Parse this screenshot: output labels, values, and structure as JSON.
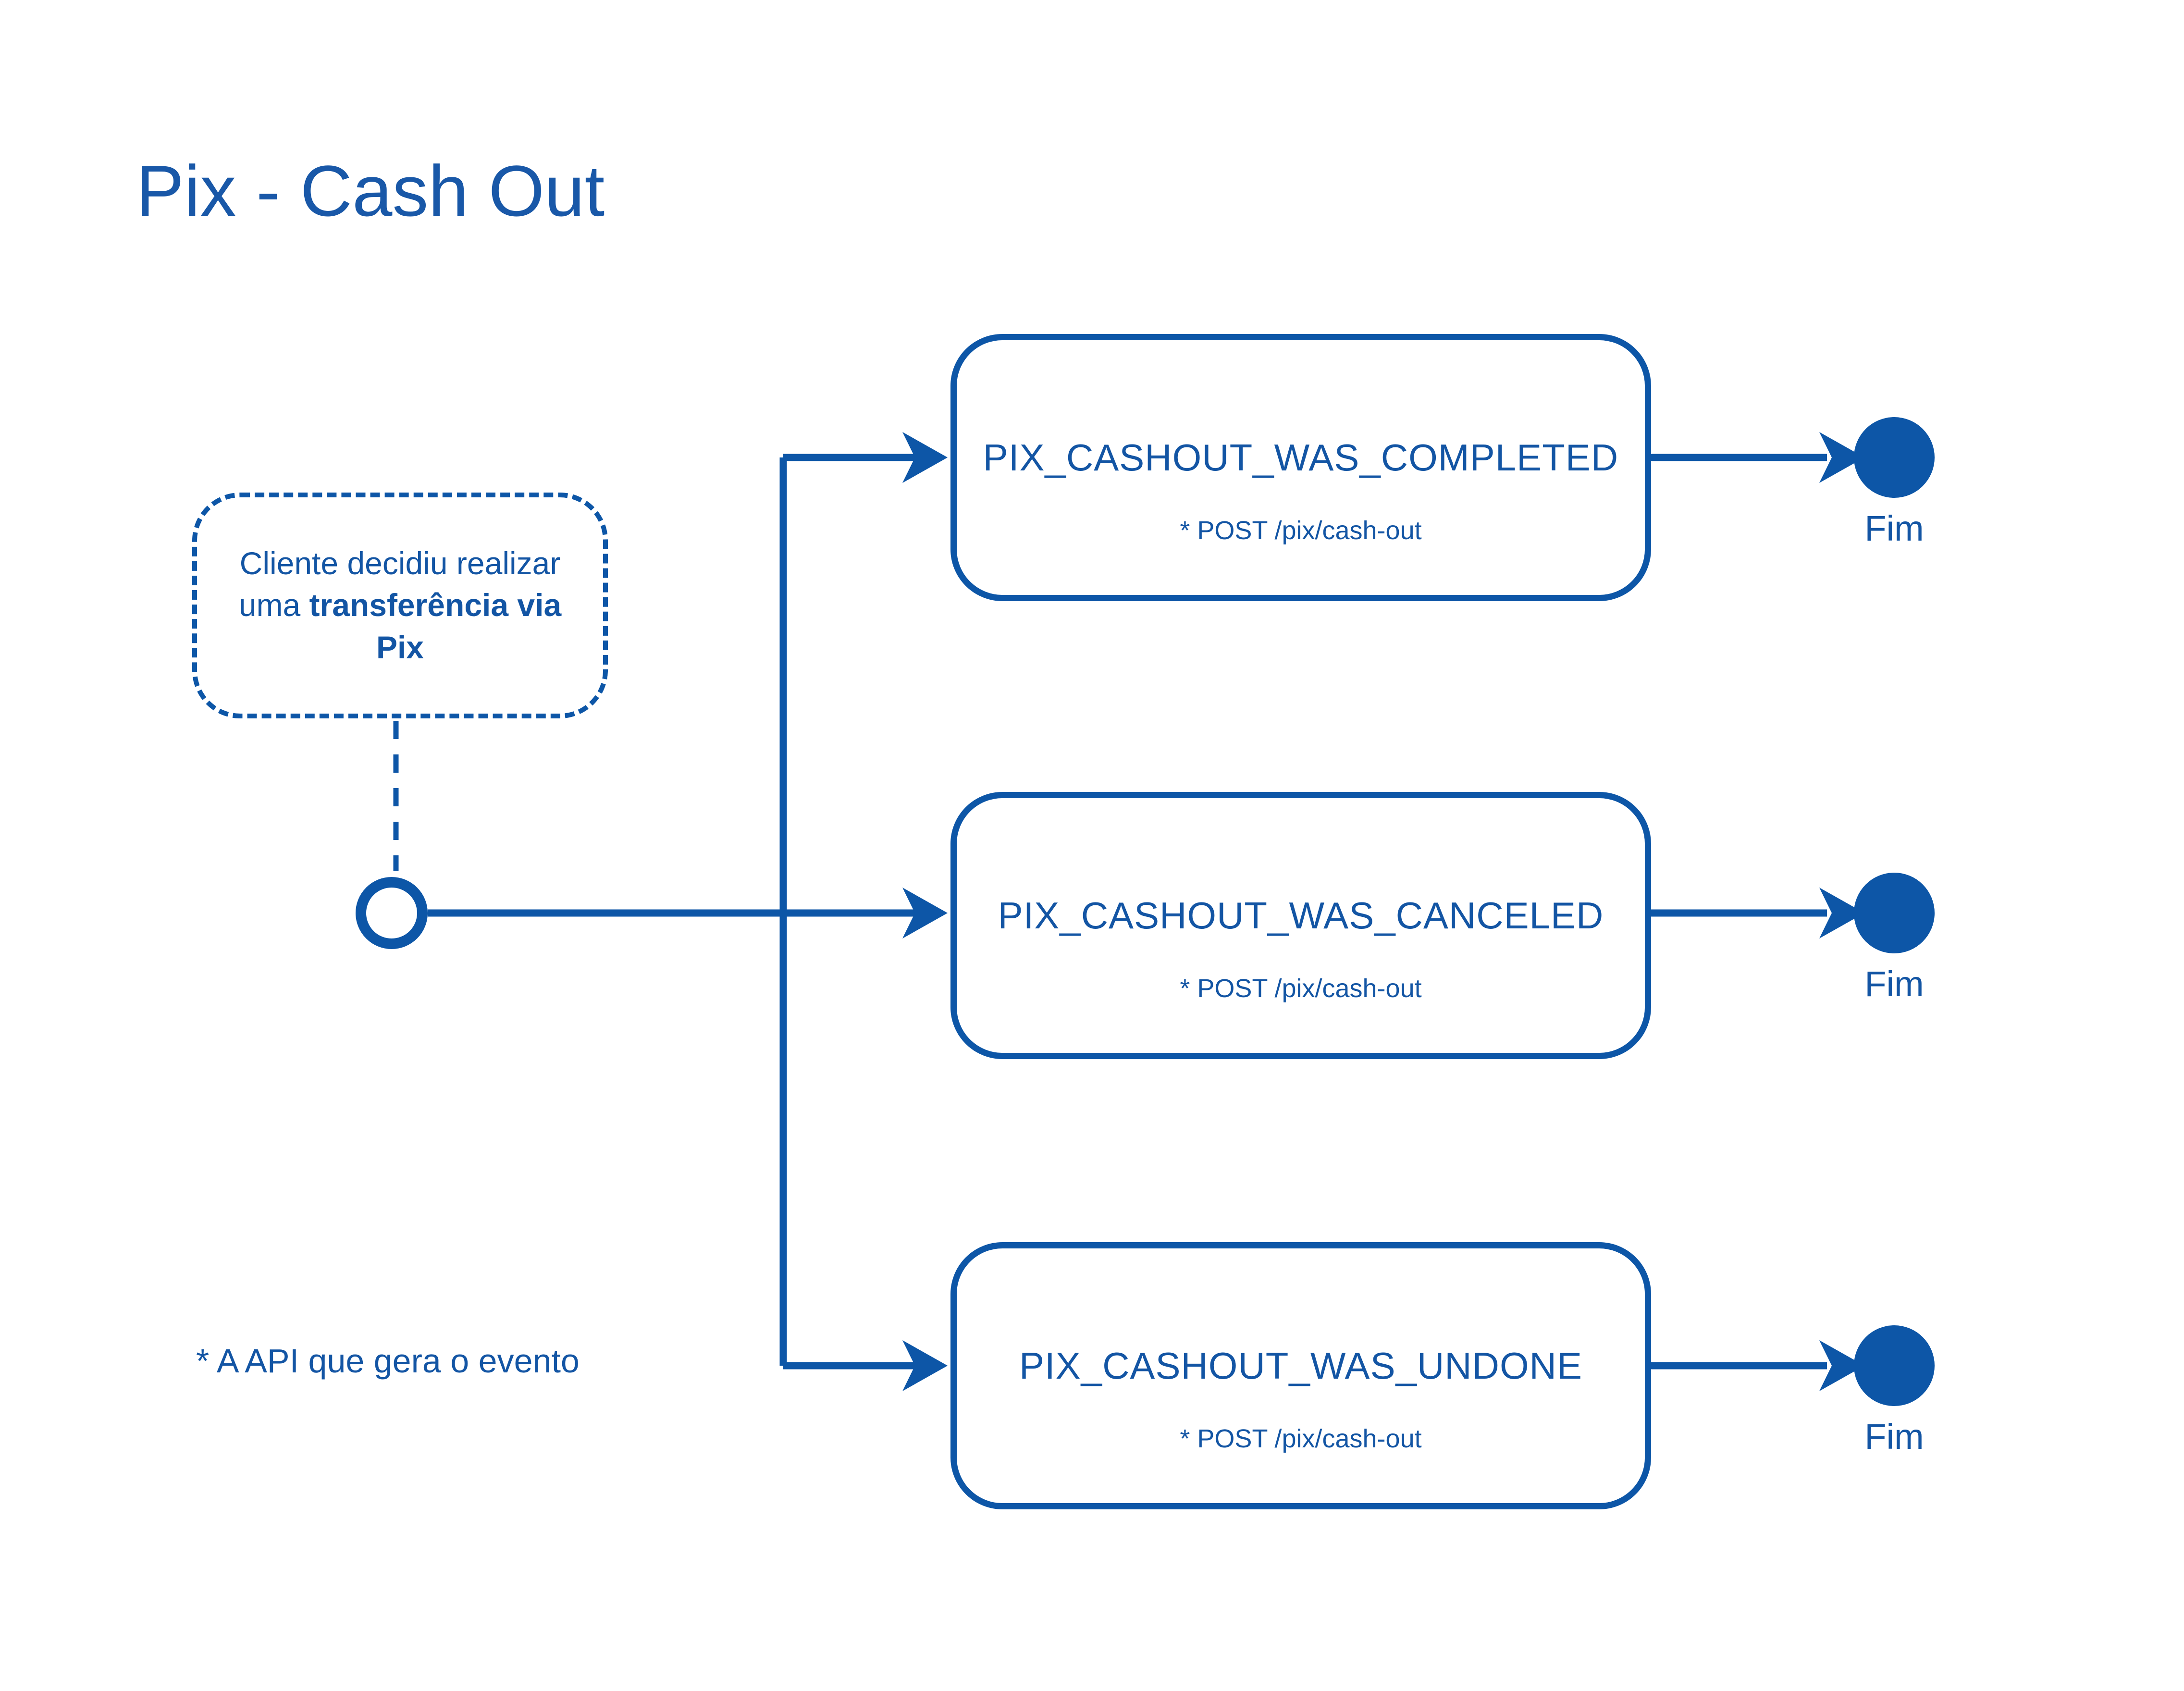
{
  "accent_color": "#0d56a7",
  "text_color": "#1355a4",
  "header": {
    "title": "Pix - Cash Out"
  },
  "note_box": {
    "line1": "Cliente decidiu realizar",
    "line2_normal": "uma ",
    "line2_bold": "transferência via",
    "line3_bold": "Pix"
  },
  "states": [
    {
      "name": "PIX_CASHOUT_WAS_COMPLETED",
      "api": "* POST /pix/cash-out",
      "end_label": "Fim"
    },
    {
      "name": "PIX_CASHOUT_WAS_CANCELED",
      "api": "* POST /pix/cash-out",
      "end_label": "Fim"
    },
    {
      "name": "PIX_CASHOUT_WAS_UNDONE",
      "api": "* POST /pix/cash-out",
      "end_label": "Fim"
    }
  ],
  "footnote": "* A API que gera o evento"
}
